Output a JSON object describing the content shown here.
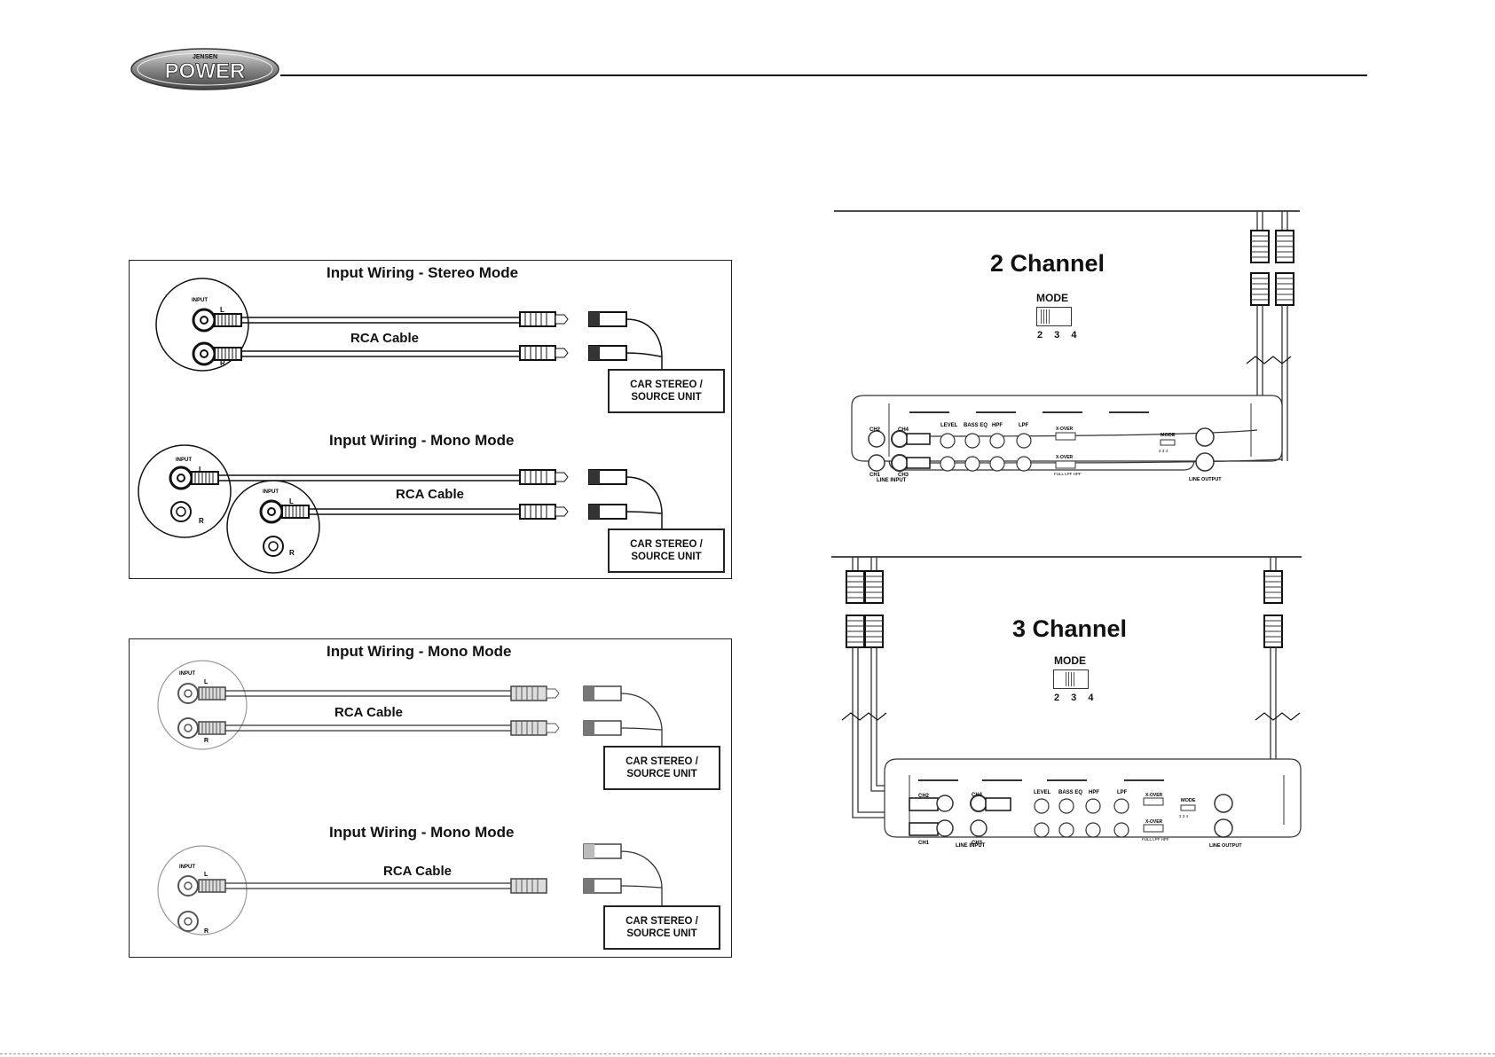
{
  "header": {
    "brand_small": "JENSEN",
    "brand_big": "POWER"
  },
  "panels": {
    "stereo": {
      "title": "Input Wiring - Stereo Mode",
      "input_label": "INPUT",
      "left_label": "L",
      "right_label": "R",
      "cable_label": "RCA Cable",
      "source_line1": "CAR STEREO /",
      "source_line2": "SOURCE UNIT"
    },
    "mono_a": {
      "title": "Input Wiring - Mono Mode",
      "input_label": "INPUT",
      "left_label": "L",
      "right_label": "R",
      "cable_label": "RCA Cable",
      "source_line1": "CAR STEREO /",
      "source_line2": "SOURCE UNIT"
    },
    "mono_b": {
      "title": "Input Wiring - Mono Mode",
      "input_label": "INPUT",
      "left_label": "L",
      "right_label": "R",
      "cable_label": "RCA Cable",
      "source_line1": "CAR STEREO /",
      "source_line2": "SOURCE UNIT"
    },
    "mono_c": {
      "title": "Input Wiring - Mono Mode",
      "input_label": "INPUT",
      "left_label": "L",
      "right_label": "R",
      "cable_label": "RCA Cable",
      "source_line1": "CAR STEREO /",
      "source_line2": "SOURCE UNIT"
    }
  },
  "channels": {
    "two": {
      "title": "2 Channel",
      "mode_label": "MODE",
      "mode_positions": "2 3 4"
    },
    "three": {
      "title": "3 Channel",
      "mode_label": "MODE",
      "mode_positions": "2 3 4"
    }
  },
  "amp_panel": {
    "ch1": "CH1",
    "ch2": "CH2",
    "ch3": "CH3",
    "ch4": "CH4",
    "line_input": "LINE INPUT",
    "line_output": "LINE OUTPUT",
    "level": "LEVEL",
    "bass_eq": "BASS EQ",
    "hpf": "HPF",
    "lpf": "LPF",
    "xover": "X-OVER",
    "mode": "MODE",
    "xover_positions": "FULL LPF HPF",
    "mode_positions": "2 3 4"
  }
}
